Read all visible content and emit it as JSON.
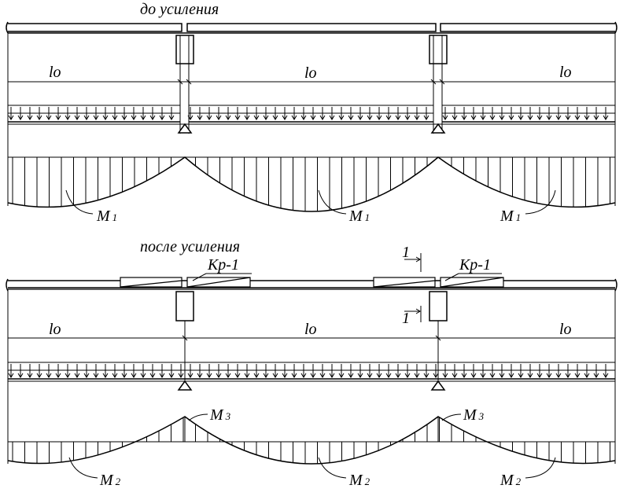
{
  "top": {
    "title": "до усиления",
    "spans": [
      "lo",
      "lo",
      "lo"
    ],
    "moments": [
      {
        "main": "M",
        "sub": "1"
      },
      {
        "main": "M",
        "sub": "1"
      },
      {
        "main": "M",
        "sub": "1"
      }
    ]
  },
  "bottom": {
    "title": "после усиления",
    "plates": [
      "Кр-1",
      "Кр-1"
    ],
    "section_mark": "1",
    "spans": [
      "lo",
      "lo",
      "lo"
    ],
    "span_moments": [
      {
        "main": "M",
        "sub": "2"
      },
      {
        "main": "M",
        "sub": "2"
      },
      {
        "main": "M",
        "sub": "2"
      }
    ],
    "support_moments": [
      {
        "main": "M",
        "sub": "3"
      },
      {
        "main": "M",
        "sub": "3"
      }
    ]
  },
  "colors": {
    "ink": "#000000",
    "paper": "#ffffff"
  }
}
